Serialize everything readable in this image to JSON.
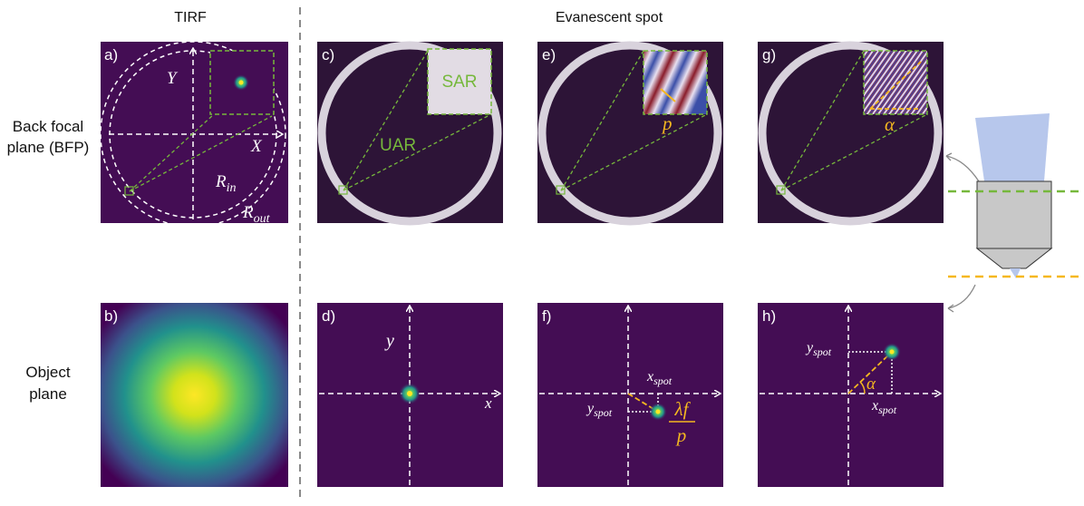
{
  "headers": {
    "left": "TIRF",
    "right": "Evanescent spot"
  },
  "row_labels": {
    "bfp_line1": "Back focal",
    "bfp_line2": "plane (BFP)",
    "obj_line1": "Object",
    "obj_line2": "plane"
  },
  "panel_labels": [
    "a)",
    "b)",
    "c)",
    "d)",
    "e)",
    "f)",
    "g)",
    "h)"
  ],
  "panel_a": {
    "y_axis": "Y",
    "x_axis": "X",
    "r_in": "R",
    "r_in_sub": "in",
    "r_out": "R",
    "r_out_sub": "out"
  },
  "panel_c": {
    "sar": "SAR",
    "uar": "UAR"
  },
  "panel_e": {
    "period": "p"
  },
  "panel_g": {
    "angle": "α"
  },
  "panel_d": {
    "y_axis": "y",
    "x_axis": "x"
  },
  "panel_f": {
    "x_spot": "x",
    "x_spot_sub": "spot",
    "y_spot": "y",
    "y_spot_sub": "spot",
    "frac_num": "λf",
    "frac_den": "p"
  },
  "panel_h": {
    "y_spot": "y",
    "y_spot_sub": "spot",
    "x_spot": "x",
    "x_spot_sub": "spot",
    "angle": "α"
  },
  "colors": {
    "panel_dark": "#2d1437",
    "panel_viridis": "#440d54",
    "green": "#76b83c",
    "orange": "#f5b820",
    "ring": "#d8d2dc",
    "sar_fill": "#e2dce4",
    "divider": "#8a8a8a"
  }
}
